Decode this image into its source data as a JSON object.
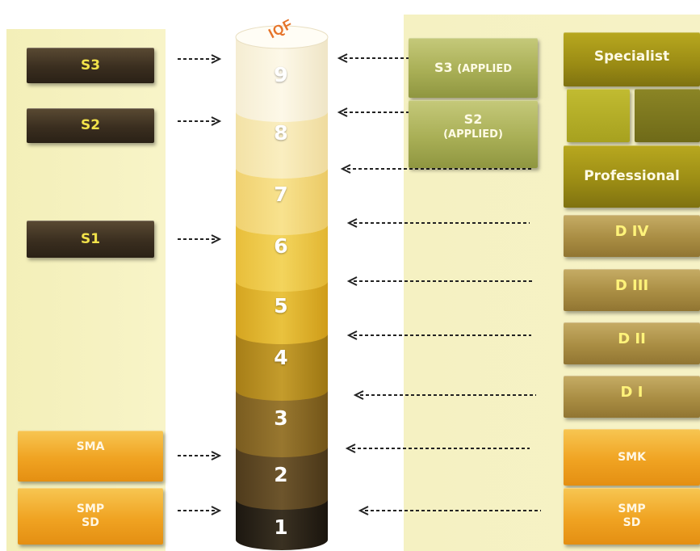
{
  "iqf_logo": "IQF",
  "levels": [
    "1",
    "2",
    "3",
    "4",
    "5",
    "6",
    "7",
    "8",
    "9"
  ],
  "left_boxes": {
    "s3": "S3",
    "s2": "S2",
    "s1": "S1",
    "sma": "SMA",
    "smp_line1": "SMP",
    "smp_line2": "SD"
  },
  "right_boxes": {
    "s3_applied_main": "S3",
    "s3_applied_sub": "(APPLIED",
    "s2_applied_main": "S2",
    "s2_applied_sub": "(APPLIED)",
    "specialist": "Specialist",
    "professional": "Professional",
    "d4": "D IV",
    "d3": "D III",
    "d2": "D II",
    "d1": "D I",
    "smk": "SMK",
    "smp_line1": "SMP",
    "smp_line2": "SD"
  },
  "colors": {
    "dark_box": "#3a2e1f",
    "orange_box": "#f0a322",
    "olive_box": "#a9af56",
    "tan_box": "#a98d43",
    "label_yellow": "#f2e24a"
  }
}
